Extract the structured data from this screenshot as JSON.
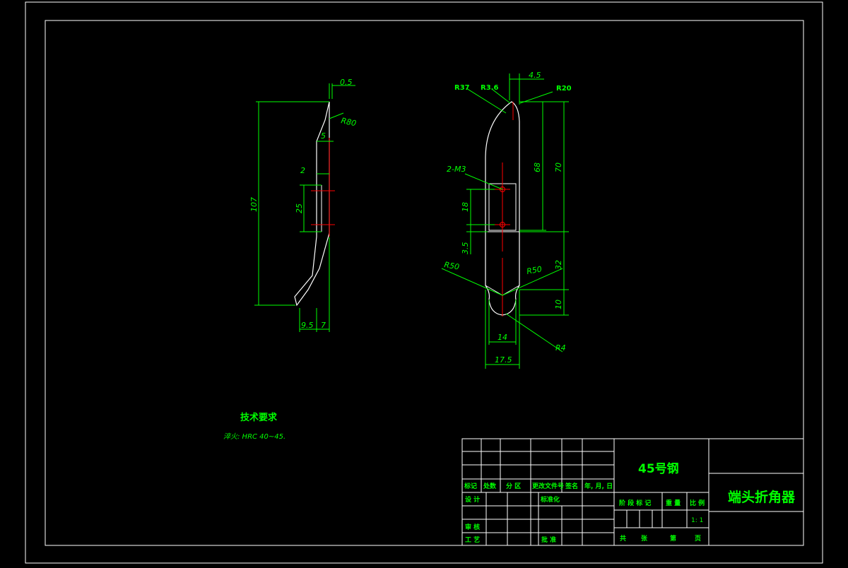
{
  "colors": {
    "background": "#000000",
    "frame": "#ffffff",
    "dimension": "#00ff00",
    "centerline": "#ff0000"
  },
  "side_view": {
    "dims": {
      "top_offset": "0.5",
      "radius_main": "R80",
      "step_width": "5",
      "slot_depth": "2",
      "slot_height": "25",
      "overall_height": "107",
      "bottom_offset_a": "9.5",
      "bottom_offset_b": "7"
    }
  },
  "front_view": {
    "labels": {
      "radius_r37": "R37",
      "radius_r36": "R3.6",
      "radius_r20": "R20",
      "tip_width": "4.5",
      "hole_callout": "2-M3",
      "height_68": "68",
      "height_70": "70",
      "hole_spacing": "18",
      "offset_35": "3.5",
      "height_32": "32",
      "radius_left": "R50",
      "radius_right": "R50",
      "height_10": "10",
      "width_14": "14",
      "radius_r4": "R4",
      "width_175": "17.5"
    }
  },
  "tech_requirements": {
    "title": "技术要求",
    "note": "淬火: HRC 40~45."
  },
  "title_block": {
    "material": "45号钢",
    "part_name": "端头折角器",
    "scale": "1: 1",
    "rev_headers": [
      "标记",
      "处数",
      "分 区",
      "更改文件号",
      "签名",
      "年, 月, 日"
    ],
    "sign_labels": {
      "design": "设 计",
      "standardize": "标准化",
      "review": "审 核",
      "process": "工 艺",
      "approve": "批 准"
    },
    "stage_headers": [
      "阶 段 标 记",
      "重 量",
      "比 例"
    ],
    "sheet_footer": [
      "共",
      "张",
      "第",
      "页"
    ]
  }
}
